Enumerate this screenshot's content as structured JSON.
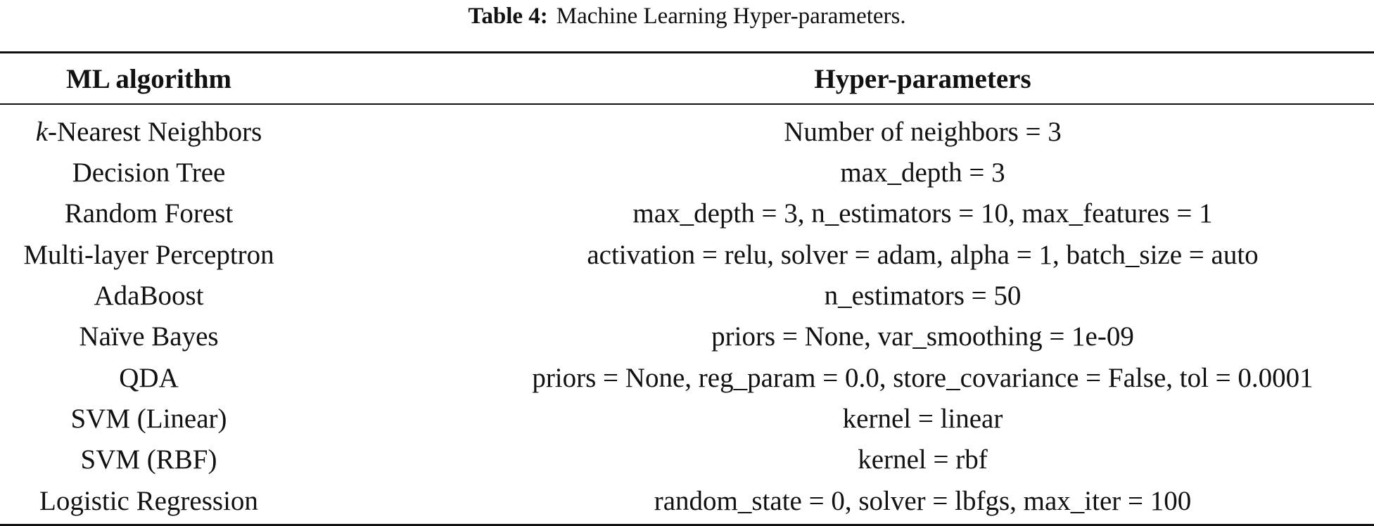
{
  "caption": {
    "label": "Table 4:",
    "text": "Machine Learning Hyper-parameters."
  },
  "table": {
    "headers": [
      "ML algorithm",
      "Hyper-parameters"
    ],
    "rows": [
      {
        "algorithm_prefix": "k",
        "algorithm": "-Nearest Neighbors",
        "params": "Number of neighbors = 3"
      },
      {
        "algorithm": "Decision Tree",
        "params": "max_depth = 3"
      },
      {
        "algorithm": "Random Forest",
        "params": "max_depth = 3, n_estimators = 10, max_features = 1"
      },
      {
        "algorithm": "Multi-layer Perceptron",
        "params": "activation = relu, solver = adam, alpha = 1, batch_size = auto"
      },
      {
        "algorithm": "AdaBoost",
        "params": "n_estimators = 50"
      },
      {
        "algorithm": "Naïve Bayes",
        "params": "priors = None, var_smoothing = 1e-09"
      },
      {
        "algorithm": "QDA",
        "params": "priors = None, reg_param = 0.0, store_covariance = False, tol = 0.0001"
      },
      {
        "algorithm": "SVM (Linear)",
        "params": "kernel = linear"
      },
      {
        "algorithm": "SVM (RBF)",
        "params": "kernel = rbf"
      },
      {
        "algorithm": "Logistic Regression",
        "params": "random_state = 0, solver = lbfgs, max_iter = 100"
      }
    ]
  }
}
